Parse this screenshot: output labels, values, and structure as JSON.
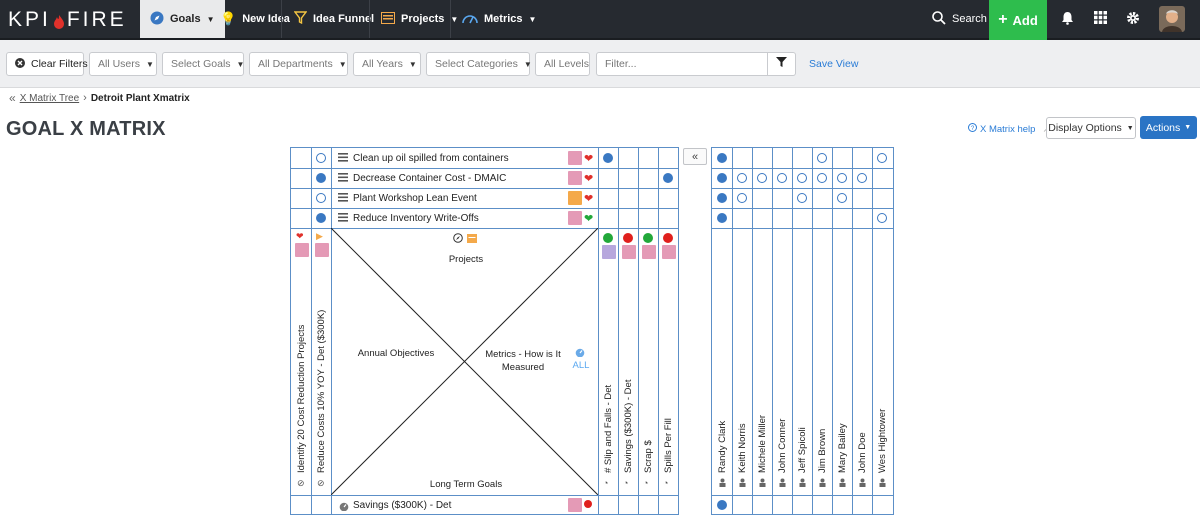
{
  "app": {
    "logo": "KPI FIRE"
  },
  "nav": {
    "goals": "Goals",
    "new_idea": "New Idea",
    "idea_funnel": "Idea Funnel",
    "projects": "Projects",
    "metrics": "Metrics",
    "search": "Search",
    "add": "Add"
  },
  "filters": {
    "clear": "Clear Filters",
    "users": "All Users",
    "goals": "Select Goals",
    "departments": "All Departments",
    "years": "All Years",
    "categories": "Select Categories",
    "levels": "All Levels",
    "filter_placeholder": "Filter...",
    "save_view": "Save View"
  },
  "breadcrumb": {
    "parent": "X Matrix Tree",
    "current": "Detroit Plant Xmatrix"
  },
  "page": {
    "title": "GOAL X MATRIX",
    "help": "X Matrix help",
    "display_options": "Display Options",
    "actions": "Actions"
  },
  "matrix": {
    "projects": [
      {
        "name": "Clean up oil spilled from containers",
        "color": "#e49ab6",
        "health": "broken-heart"
      },
      {
        "name": "Decrease Container Cost - DMAIC",
        "color": "#e49ab6",
        "health": "broken-heart"
      },
      {
        "name": "Plant Workshop Lean Event",
        "color": "#f4a94a",
        "health": "broken-heart"
      },
      {
        "name": "Reduce Inventory Write-Offs",
        "color": "#e49ab6",
        "health": "heart"
      }
    ],
    "annual_objectives": [
      "Identify 20 Cost Reduction Projects",
      "Reduce Costs 10% YOY - Det ($300K)"
    ],
    "metrics": [
      {
        "name": "# Slip and Falls - Det",
        "status": "green",
        "color": "#b7a7dd"
      },
      {
        "name": "Savings ($300K) - Det",
        "status": "red",
        "color": "#e49ab6"
      },
      {
        "name": "Scrap $",
        "status": "green",
        "color": "#e49ab6"
      },
      {
        "name": "Spills Per Fill",
        "status": "red",
        "color": "#e49ab6"
      }
    ],
    "people": [
      "Randy Clark",
      "Keith Norris",
      "Michele Miller",
      "John Conner",
      "Jeff Spicoli",
      "Jim Brown",
      "Mary Bailey",
      "John Doe",
      "Wes Hightower"
    ],
    "long_term_goal": {
      "name": "Savings ($300K) - Det",
      "color": "#e49ab6",
      "status": "red"
    },
    "quadrants": {
      "top": "Projects",
      "left": "Annual Objectives",
      "right": "Metrics - How is It Measured",
      "bottom": "Long Term Goals",
      "all": "ALL"
    },
    "colors": {
      "line": "#5c8fc7",
      "filled": "#3a78c2",
      "green": "#22a83a",
      "red": "#e0201d"
    }
  }
}
